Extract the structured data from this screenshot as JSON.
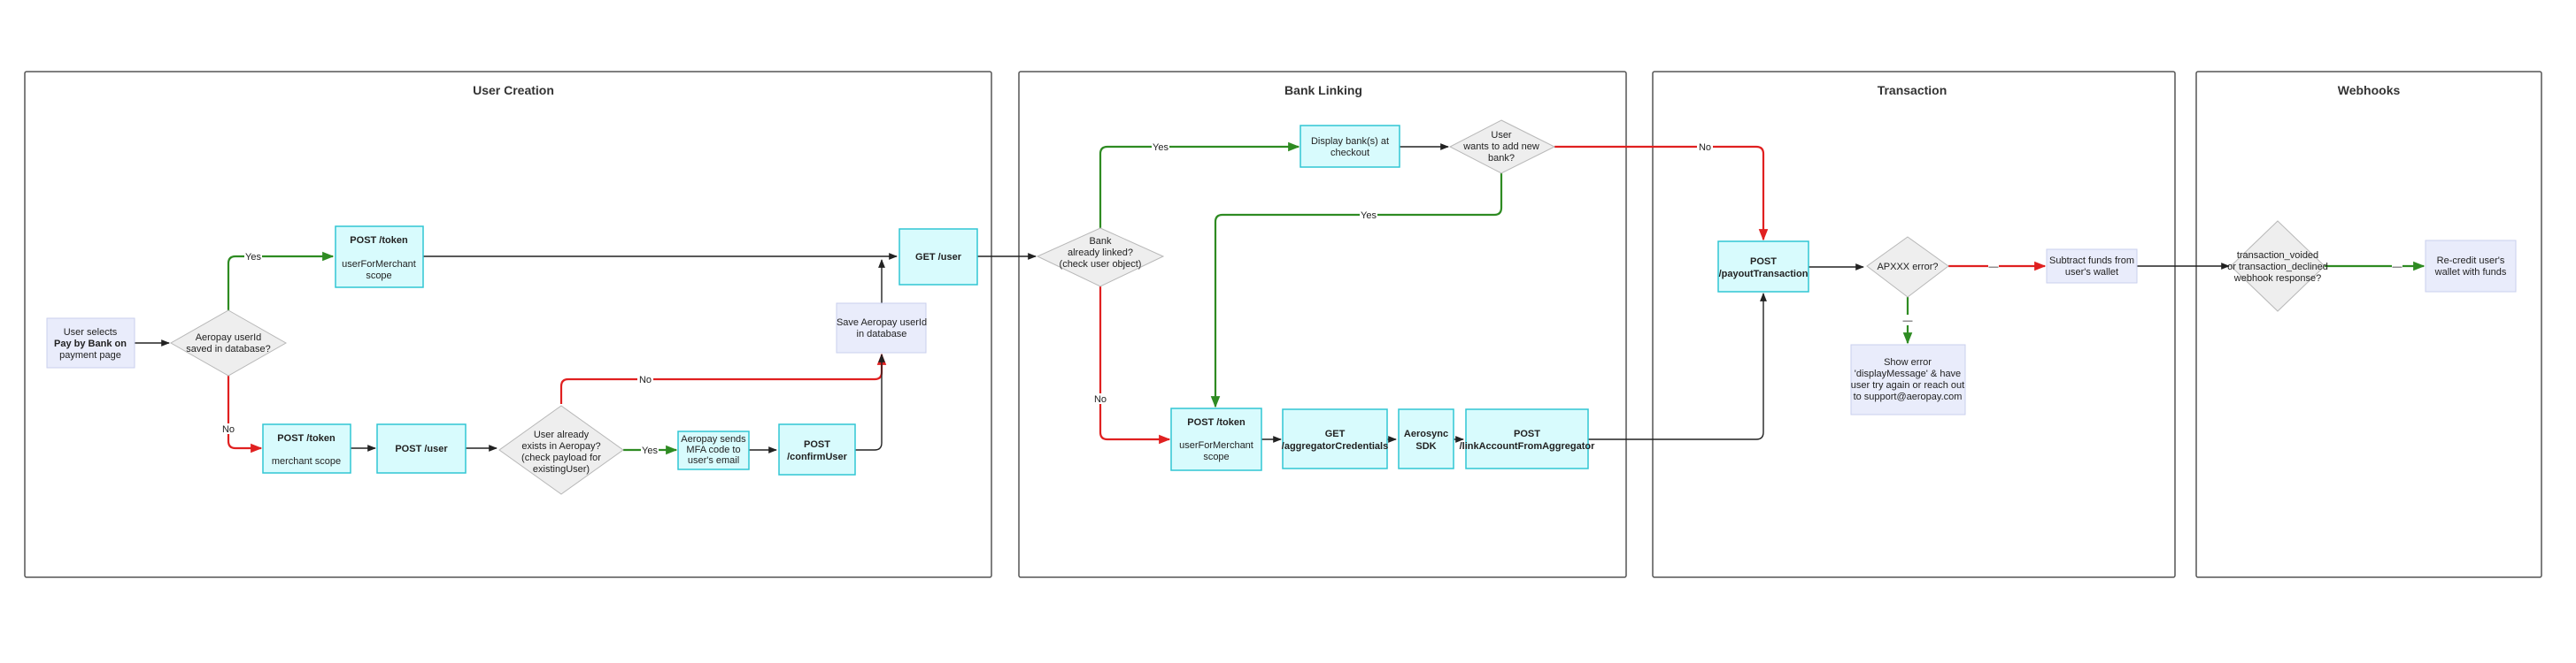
{
  "frames": {
    "user_creation": "User Creation",
    "bank_linking": "Bank Linking",
    "transaction": "Transaction",
    "webhooks": "Webhooks"
  },
  "nodes": {
    "user_selects": [
      "User selects",
      "Pay by Bank on",
      "payment page"
    ],
    "userid_saved": [
      "Aeropay userId",
      "saved in database?"
    ],
    "post_token_merchant": [
      "POST /token",
      "",
      "userForMerchant",
      "scope"
    ],
    "post_token_merchant_scope": [
      "POST /token",
      "",
      "merchant scope"
    ],
    "post_user": [
      "POST /user"
    ],
    "user_exists": [
      "User already",
      "exists in Aeropay?",
      "(check payload for",
      "existingUser)"
    ],
    "mfa_code": [
      "Aeropay sends",
      "MFA code to",
      "user's email"
    ],
    "confirm_user": [
      "POST",
      "/confirmUser"
    ],
    "save_userid": [
      "Save Aeropay userId",
      "in database"
    ],
    "get_user": [
      "GET /user"
    ],
    "bank_linked": [
      "Bank",
      "already linked?",
      "(check user object)"
    ],
    "display_banks": [
      "Display bank(s) at",
      "checkout"
    ],
    "add_new_bank": [
      "User",
      "wants to add new",
      "bank?"
    ],
    "post_token_bank": [
      "POST /token",
      "",
      "userForMerchant",
      "scope"
    ],
    "get_agg_creds": [
      "GET",
      "/aggregatorCredentials"
    ],
    "aerosync_sdk": [
      "Aerosync",
      "SDK"
    ],
    "link_account": [
      "POST",
      "/linkAccountFromAggregator"
    ],
    "payout": [
      "POST",
      "/payoutTransaction"
    ],
    "apxxx_error": [
      "APXXX error?"
    ],
    "show_error": [
      "Show error",
      "'displayMessage' & have",
      "user try again or reach out",
      "to support@aeropay.com"
    ],
    "subtract_funds": [
      "Subtract funds from",
      "user's wallet"
    ],
    "txn_voided": [
      "transaction_voided",
      "or transaction_declined",
      "webhook response?"
    ],
    "recredit": [
      "Re-credit user's",
      "wallet with funds"
    ]
  },
  "edge_labels": {
    "yes": "Yes",
    "no": "No",
    "dash": "—"
  },
  "colors": {
    "api_fill": "#d8fbfd",
    "api_stroke": "#30c6d4",
    "info_fill": "#e9ecfb",
    "decision_fill": "#eeeeee",
    "yes_edge": "#2e8b22",
    "no_edge": "#e02020",
    "default_edge": "#222222"
  }
}
